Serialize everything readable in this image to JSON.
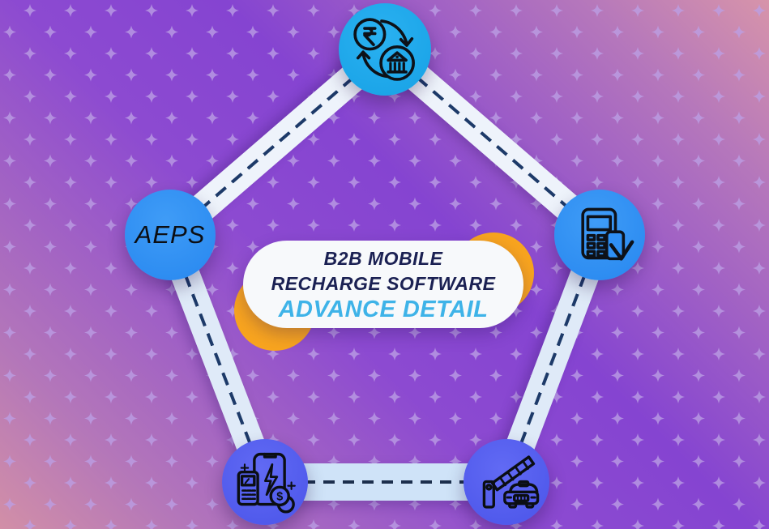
{
  "diagram": {
    "center": {
      "line1": "B2B MOBILE",
      "line2": "RECHARGE SOFTWARE",
      "line3": "ADVANCE DETAIL"
    },
    "nodes": [
      {
        "position": "top",
        "icon": "currency-exchange-icon",
        "label": "",
        "color": "#1fa7ea"
      },
      {
        "position": "left",
        "icon": "",
        "label": "AEPS",
        "color": "#2f90f5"
      },
      {
        "position": "right",
        "icon": "pos-card-swipe-icon",
        "label": "",
        "color": "#2f90f5"
      },
      {
        "position": "bottom-left",
        "icon": "mobile-recharge-icon",
        "label": "",
        "color": "#5561ef"
      },
      {
        "position": "bottom-right",
        "icon": "toll-barrier-car-icon",
        "label": "",
        "color": "#535eee"
      }
    ],
    "colors": {
      "accent_orange": "#f8a41f",
      "title_navy": "#1b2153",
      "title_blue": "#3eb3e8",
      "road_light": "#eef3fb",
      "road_dark": "#cfe3f8",
      "dash_navy": "#1d3a69",
      "background_purple": "#8a46d0",
      "background_pink": "#d793aa",
      "star_lavender": "#bb9fe4"
    }
  }
}
